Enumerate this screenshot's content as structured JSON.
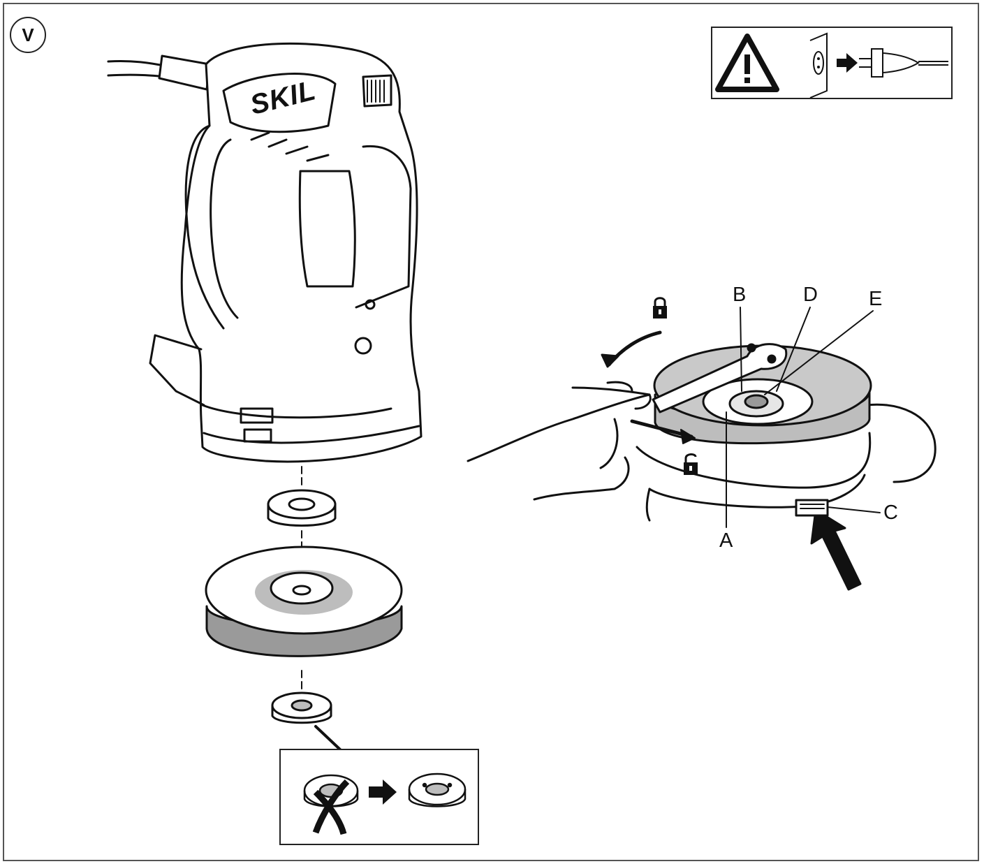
{
  "figure": {
    "badge": "V"
  },
  "tool": {
    "brand": "SKIL",
    "model_mark": ""
  },
  "callouts": {
    "a": "A",
    "b": "B",
    "c": "C",
    "d": "D",
    "e": "E"
  },
  "warning": {
    "icons": [
      "warning-triangle-icon",
      "wall-socket-icon",
      "arrow-right-icon",
      "power-plug-icon"
    ]
  },
  "detail_inset": {
    "icons": [
      "flange-nut-wrong-icon",
      "arrow-right-icon",
      "flange-nut-correct-icon"
    ]
  },
  "lock_icons": [
    "lock-closed-icon",
    "lock-open-icon"
  ],
  "colors": {
    "line": "#111111",
    "shade": "#bdbdbd",
    "disc_fill": "#c9c9c9",
    "background": "#ffffff"
  }
}
